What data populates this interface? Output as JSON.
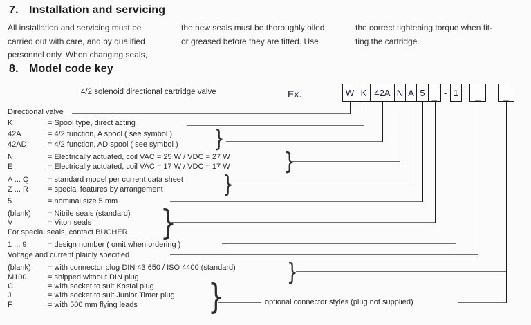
{
  "colors": {
    "text": "#2d2d2d",
    "line_dark": "#1c1c1c",
    "line_gray": "#6e6e6e"
  },
  "section7": {
    "number": "7.",
    "title": "Installation and servicing",
    "columns": [
      "All installation and servicing  must be\ncarried out with care, and by qualified\npersonnel only. When changing seals,",
      "the new seals must be thoroughly oiled\nor greased before they are fitted. Use",
      "the correct tightening torque when fit-\nting the cartridge."
    ]
  },
  "section8": {
    "number": "8.",
    "title": "Model code key",
    "caption": "4/2 solenoid directional cartridge valve",
    "example_label": "Ex.",
    "code_boxes": {
      "cells": [
        "W",
        "K",
        "42A",
        "N",
        "A",
        "5",
        "_"
      ],
      "separator": "-",
      "design": "1",
      "extra": [
        "_",
        "_"
      ]
    },
    "brace_glyph": "}",
    "rows": [
      {
        "label": "Directional valve",
        "desc": ""
      },
      {
        "label": "K",
        "desc": "= Spool type, direct acting"
      },
      {
        "label": "42A",
        "desc": "= 4/2 function, A spool  ( see symbol )"
      },
      {
        "label": "42AD",
        "desc": "= 4/2 function, AD spool  ( see symbol )"
      },
      {
        "label": "N",
        "desc": "= Electrically actuated, coil VAC = 25 W  /  VDC = 27 W"
      },
      {
        "label": "E",
        "desc": "= Electrically actuated, coil VAC = 17 W  /  VDC = 17 W"
      },
      {
        "label": "A ... Q",
        "desc": "= standard model per current data sheet"
      },
      {
        "label": "Z ... R",
        "desc": "= special features by arrangement"
      },
      {
        "label": "5",
        "desc": "= nominal size 5 mm"
      },
      {
        "label": "(blank)",
        "desc": "= Nitrile seals (standard)"
      },
      {
        "label": "V",
        "desc": "= Viton seals"
      },
      {
        "label": "For special seals, contact BUCHER",
        "desc": ""
      },
      {
        "label": "1 ... 9",
        "desc": "= design number  ( omit when ordering )"
      },
      {
        "label": "Voltage and current plainly specified",
        "desc": ""
      },
      {
        "label": "(blank)",
        "desc": "= with connector plug DIN 43 650 / ISO 4400 (standard)"
      },
      {
        "label": "M100",
        "desc": "= shipped without DIN plug"
      },
      {
        "label": "C",
        "desc": "= with socket to suit Kostal plug"
      },
      {
        "label": "J",
        "desc": "= with socket to suit Junior Timer plug"
      },
      {
        "label": "F",
        "desc": "= with 500 mm flying leads"
      }
    ],
    "optional_note": "optional connector styles (plug not supplied)"
  }
}
